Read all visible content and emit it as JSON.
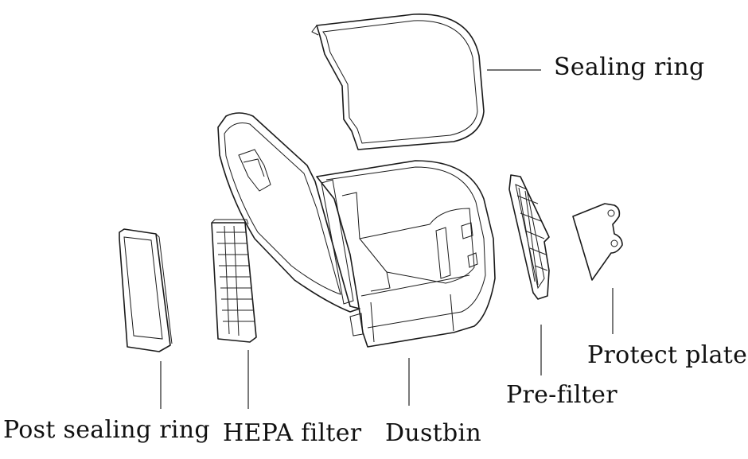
{
  "labels": {
    "sealing_ring": "Sealing ring",
    "protect_plate": "Protect plate",
    "pre_filter": "Pre-filter",
    "dustbin": "Dustbin",
    "hepa_filter": "HEPA filter",
    "post_sealing_ring": "Post sealing ring"
  },
  "style": {
    "line_color": "#1a1a1a",
    "background": "#ffffff"
  }
}
